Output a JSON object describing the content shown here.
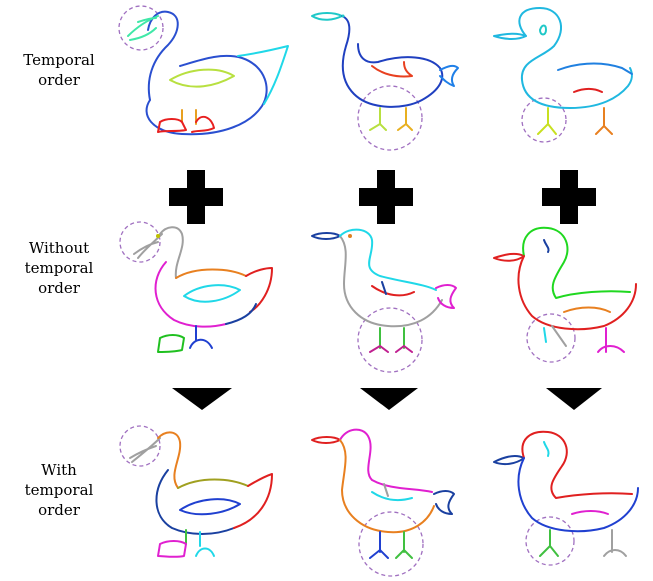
{
  "row_labels": [
    {
      "line1": "Temporal",
      "line2": "order",
      "line3": ""
    },
    {
      "line1": "Without",
      "line2": "temporal",
      "line3": "order"
    },
    {
      "line1": "With",
      "line2": "temporal",
      "line3": "order"
    }
  ],
  "symbols": {
    "plus": "plus-icon",
    "arrow": "down-triangle-icon"
  },
  "colors": {
    "highlight_circle": "#a070c0",
    "symbol": "#000000"
  }
}
